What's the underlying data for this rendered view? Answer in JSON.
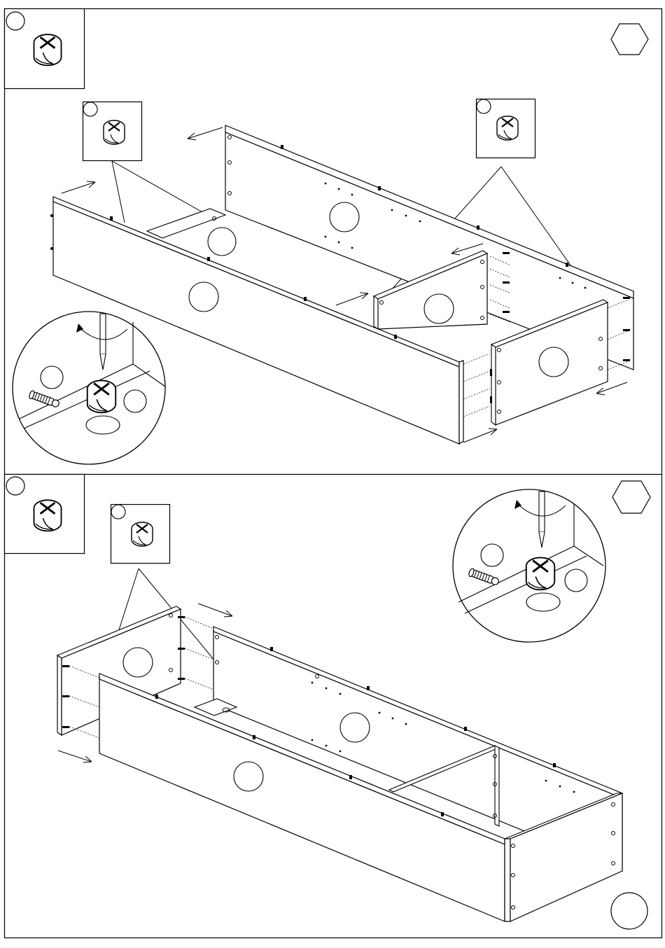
{
  "page": {
    "type": "furniture assembly instruction sheet",
    "background": "#ffffff",
    "line_color": "#000000"
  },
  "steps": [
    {
      "step_label": "",
      "hardware_icon": "cam-lock-icon",
      "hardware_count_labels": [
        "",
        ""
      ],
      "part_labels": [
        "",
        "",
        "",
        "",
        "",
        ""
      ],
      "detail": {
        "icon": "cam-lock-and-dowel-detail",
        "labels": [
          "",
          ""
        ]
      },
      "tool_icon": "hex-key-icon"
    },
    {
      "step_label": "",
      "hardware_icon": "cam-lock-icon",
      "hardware_count_labels": [
        ""
      ],
      "part_labels": [
        "",
        ""
      ],
      "detail": {
        "icon": "cam-lock-and-dowel-detail",
        "labels": [
          "",
          ""
        ]
      },
      "tool_icon": "hex-key-icon",
      "result_label": ""
    }
  ]
}
